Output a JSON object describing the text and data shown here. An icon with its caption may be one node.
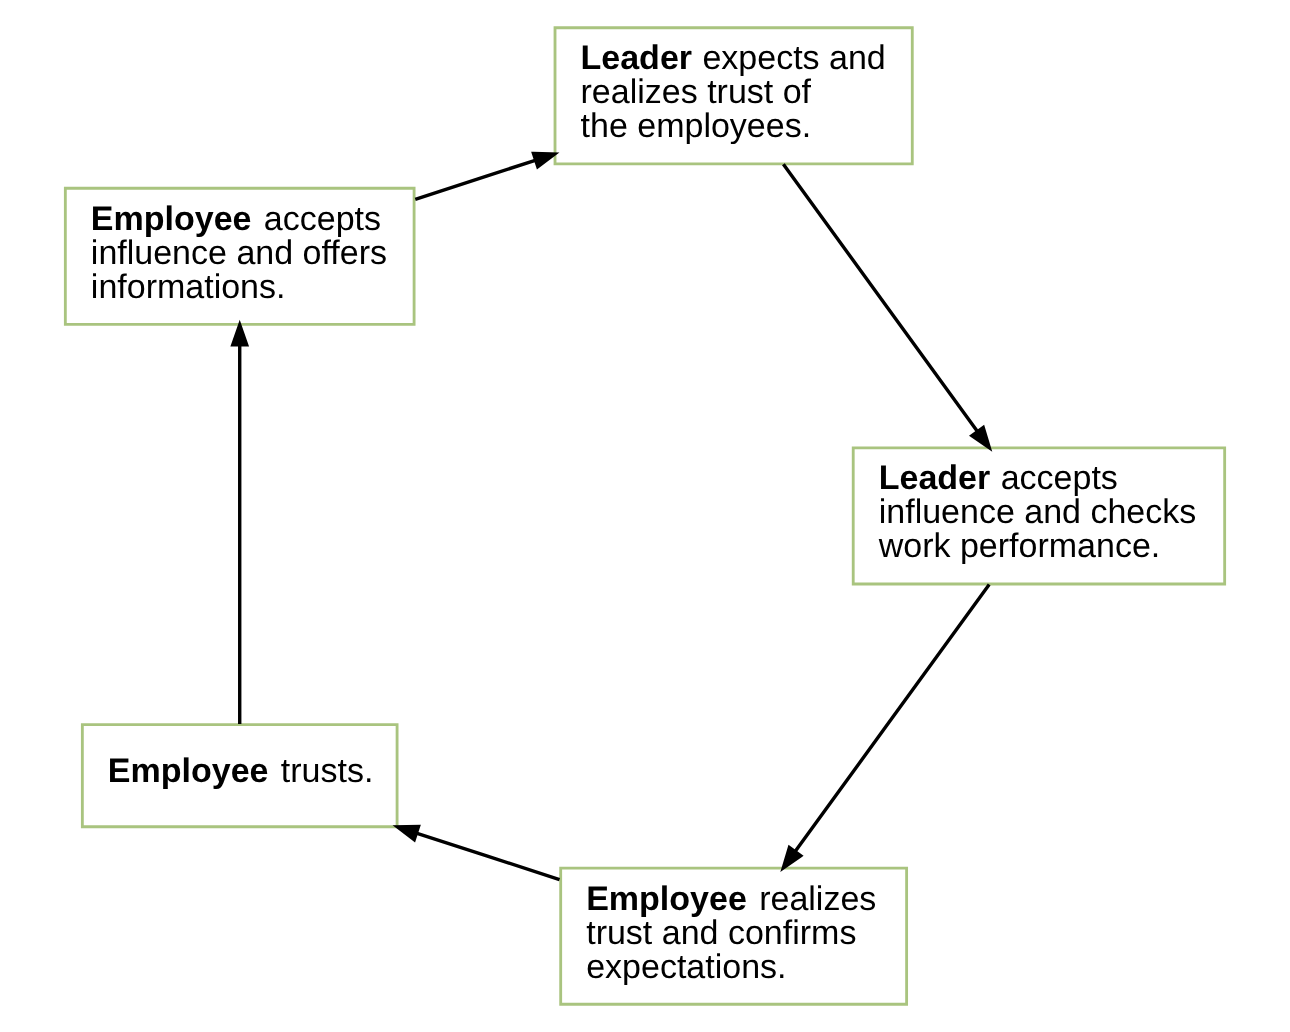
{
  "diagram": {
    "nodes": [
      {
        "text": [
          "**Employee** realizes trust and confirms expectations."
        ]
      },
      {
        "text": [
          "**Employee** trusts."
        ]
      },
      {
        "text": [
          "**Employee** accepts influence and offers informations."
        ]
      },
      {
        "text": [
          "**Leader** accepts influence and checks work performance."
        ]
      },
      {
        "text": [
          "**Leader** expects and realizes trust of the employees."
        ]
      }
    ],
    "edges": [
      {
        "from": 0,
        "to": 1,
        "arrow": "to"
      },
      {
        "from": 1,
        "to": 2,
        "arrow": "to"
      },
      {
        "from": 2,
        "to": 4,
        "arrow": "to"
      },
      {
        "from": 4,
        "to": 3,
        "arrow": "to"
      },
      {
        "from": 3,
        "to": 0,
        "arrow": "to"
      }
    ]
  }
}
